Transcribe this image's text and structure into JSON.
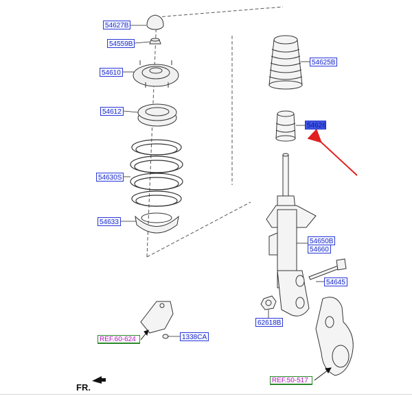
{
  "labels": {
    "p54627b": "54627B",
    "p54559b": "54559B",
    "p54610": "54610",
    "p54612": "54612",
    "p54630s": "54630S",
    "p54633": "54633",
    "p54625b": "54625B",
    "p54626": "54626",
    "p54650b": "54650B",
    "p54660": "54660",
    "p54645": "54645",
    "p62618b": "62618B",
    "p1338ca": "1338CA",
    "ref60": "REF.60-624",
    "ref50": "REF.50-517"
  },
  "direction_label": "FR.",
  "colors": {
    "label_border": "#2a38d8",
    "label_text": "#1c2bc8",
    "highlight_fill": "#3f56e6",
    "ref_border": "#2a8a2a",
    "ref_text": "#b020b8",
    "pointer_arrow": "#e02020",
    "line_art": "#333333"
  }
}
